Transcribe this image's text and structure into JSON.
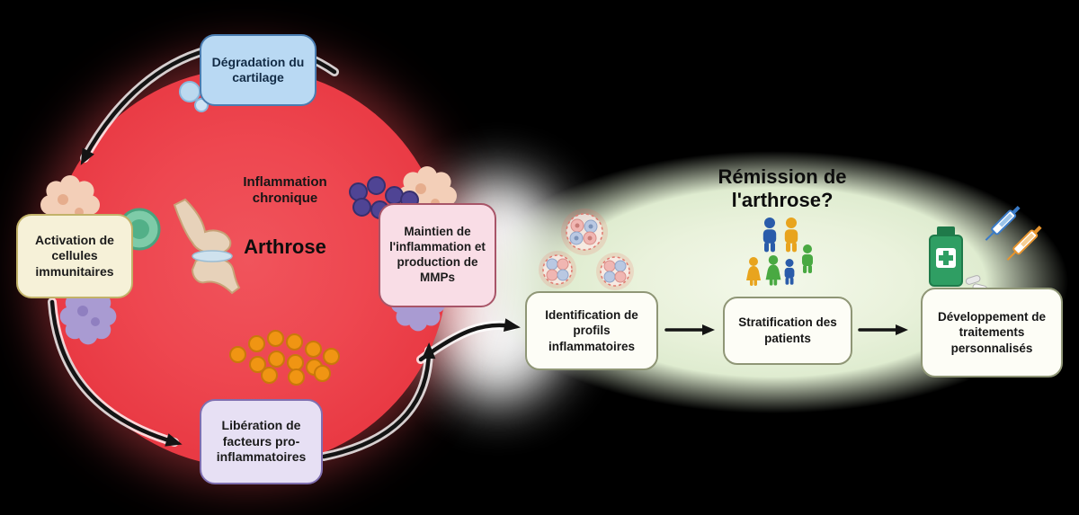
{
  "cycle": {
    "chronic_inflammation": "Inflammation chronique",
    "disease": "Arthrose",
    "degradation": "Dégradation du cartilage",
    "activation": "Activation de cellules immunitaires",
    "maintien": "Maintien de l'inflammation et production de MMPs",
    "liberation": "Libération de facteurs pro-inflammatoires"
  },
  "remission": {
    "title": "Rémission de l'arthrose?",
    "steps": [
      {
        "label": "Identification de profils inflammatoires"
      },
      {
        "label": "Stratification des patients"
      },
      {
        "label": "Développement de traitements personnalisés"
      }
    ]
  },
  "colors": {
    "circle_red": "#ee4a52",
    "ellipse_green": "#eaf2dc",
    "box_blue": "#b9d9f3",
    "box_cream": "#f6f1d8",
    "box_pink": "#f9dde6",
    "box_lavender": "#e7e0f4",
    "step_box_bg": "#fdfdf6",
    "arrow_black": "#141414"
  }
}
